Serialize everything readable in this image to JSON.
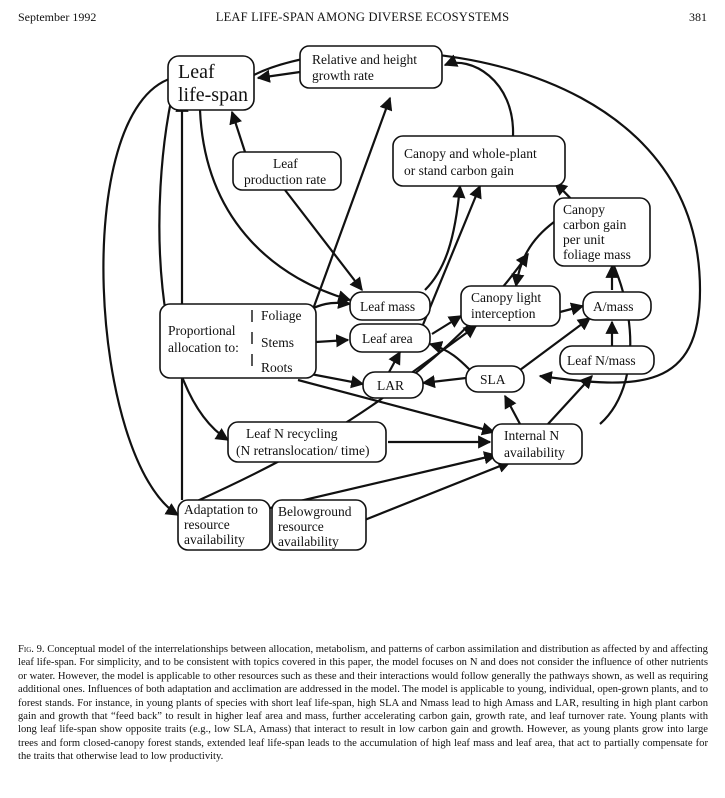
{
  "header": {
    "left": "September 1992",
    "center": "LEAF LIFE-SPAN AMONG DIVERSE ECOSYSTEMS",
    "right": "381"
  },
  "nodes": {
    "leaf_life_span": [
      "Leaf",
      "life-span"
    ],
    "relative_growth": [
      "Relative and height",
      "growth rate"
    ],
    "leaf_production": [
      "Leaf",
      "production rate"
    ],
    "canopy_carbon": [
      "Canopy and whole-plant",
      "or stand carbon gain"
    ],
    "canopy_gain_unit": [
      "Canopy",
      "carbon gain",
      "per unit",
      "foliage mass"
    ],
    "leaf_mass": "Leaf mass",
    "leaf_area": "Leaf area",
    "canopy_light": [
      "Canopy light",
      "interception"
    ],
    "a_mass": "A/mass",
    "proportional": [
      "Proportional",
      "allocation to:"
    ],
    "foliage": "Foliage",
    "stems": "Stems",
    "roots": "Roots",
    "lar": "LAR",
    "sla": "SLA",
    "leaf_n_mass": "Leaf N/mass",
    "leaf_n_recycling": [
      "Leaf N recycling",
      "(N retranslocation/ time)"
    ],
    "internal_n": [
      "Internal N",
      "availability"
    ],
    "adaptation": [
      "Adaptation to",
      "resource",
      "availability"
    ],
    "belowground": [
      "Belowground",
      "resource",
      "availability"
    ]
  },
  "caption": {
    "label": "Fig. 9.",
    "text": "Conceptual model of the interrelationships between allocation, metabolism, and patterns of carbon assimilation and distribution as affected by and affecting leaf life-span. For simplicity, and to be consistent with topics covered in this paper, the model focuses on N and does not consider the influence of other nutrients or water. However, the model is applicable to other resources such as these and their interactions would follow generally the pathways shown, as well as requiring additional ones. Influences of both adaptation and acclimation are addressed in the model. The model is applicable to young, individual, open-grown plants, and to forest stands. For instance, in young plants of species with short leaf life-span, high SLA and Nmass lead to high Amass and LAR, resulting in high plant carbon gain and growth that “feed back” to result in higher leaf area and mass, further accelerating carbon gain, growth rate, and leaf turnover rate. Young plants with long leaf life-span show opposite traits (e.g., low SLA, Amass) that interact to result in low carbon gain and growth. However, as young plants grow into large trees and form closed-canopy forest stands, extended leaf life-span leads to the accumulation of high leaf mass and leaf area, that act to partially compensate for the traits that otherwise lead to low productivity."
  }
}
